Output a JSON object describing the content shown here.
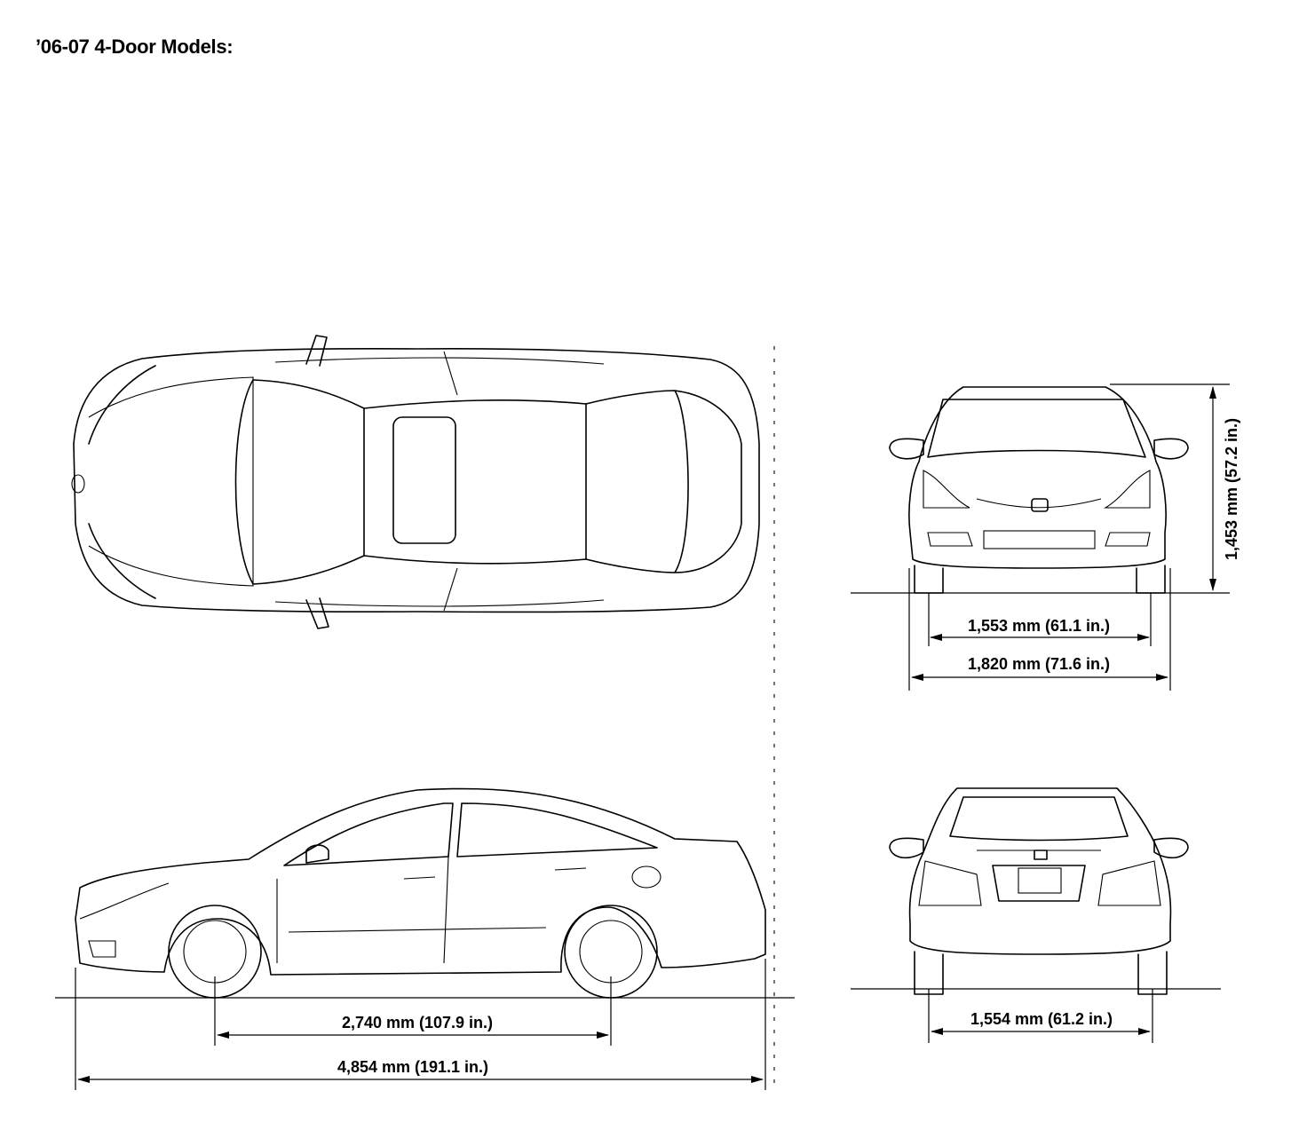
{
  "title": "’06-07 4-Door Models:",
  "dimensions": {
    "front_tread": "1,553 mm (61.1 in.)",
    "overall_width": "1,820 mm (71.6 in.)",
    "overall_height": "1,453 mm (57.2 in.)",
    "wheelbase": "2,740 mm (107.9 in.)",
    "overall_length": "4,854 mm (191.1 in.)",
    "rear_tread": "1,554 mm (61.2 in.)"
  }
}
